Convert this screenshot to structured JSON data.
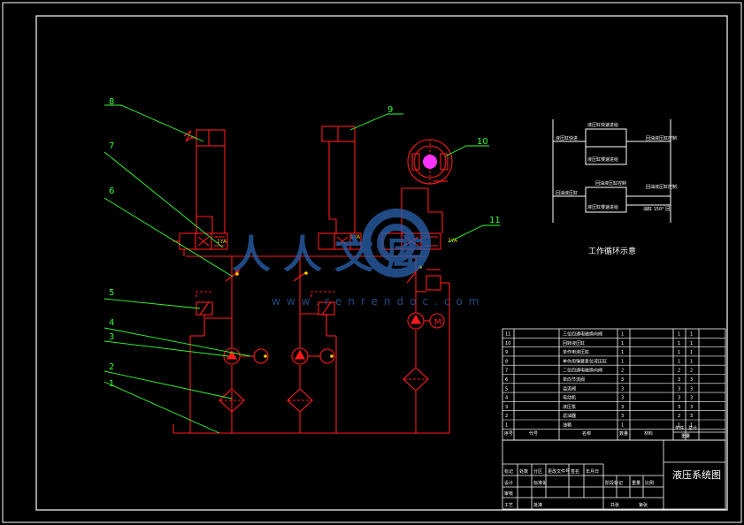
{
  "colors": {
    "background": "#000000",
    "frame": "#ffffff",
    "circuit": "#ff1a1a",
    "leader": "#33ff33",
    "callout_text": "#33ff33",
    "watermark": "#2a5fa8",
    "magenta": "#ff33ff"
  },
  "callouts": [
    "1",
    "2",
    "3",
    "4",
    "5",
    "6",
    "7",
    "8",
    "9",
    "10",
    "11"
  ],
  "valve_tags": {
    "left": "1YA",
    "middle": "1YA",
    "right": "2YA"
  },
  "motor_symbol": "M",
  "watermark": {
    "brand": "人人文库",
    "url": "www.renrendoc.com"
  },
  "cycle": {
    "boxes": [
      "液压缸快速进给",
      "回油液压缸控制",
      "液压缸慢速进给"
    ],
    "labels": [
      "液压缸快进",
      "回油液压缸",
      "油缸 150° 回"
    ],
    "caption": "工作循环示意"
  },
  "bom": {
    "rows": [
      {
        "no": "11",
        "name": "三位四通电磁换向阀",
        "qty": "1",
        "a": "1",
        "b": "1"
      },
      {
        "no": "10",
        "name": "回转液压缸",
        "qty": "1",
        "a": "1",
        "b": "1"
      },
      {
        "no": "9",
        "name": "单作用液压缸",
        "qty": "1",
        "a": "1",
        "b": "1"
      },
      {
        "no": "8",
        "name": "单作用弹簧复位液压缸",
        "qty": "1",
        "a": "1",
        "b": "1"
      },
      {
        "no": "7",
        "name": "二位四通电磁换向阀",
        "qty": "2",
        "a": "2",
        "b": "2"
      },
      {
        "no": "6",
        "name": "单向节流阀",
        "qty": "3",
        "a": "3",
        "b": "3"
      },
      {
        "no": "5",
        "name": "溢流阀",
        "qty": "3",
        "a": "3",
        "b": "3"
      },
      {
        "no": "4",
        "name": "电动机",
        "qty": "3",
        "a": "3",
        "b": "3"
      },
      {
        "no": "3",
        "name": "液压泵",
        "qty": "3",
        "a": "3",
        "b": "3"
      },
      {
        "no": "2",
        "name": "滤油器",
        "qty": "3",
        "a": "2",
        "b": "3"
      },
      {
        "no": "1",
        "name": "油箱",
        "qty": "1",
        "a": "1",
        "b": "1"
      }
    ],
    "header": {
      "no": "序号",
      "code": "代号",
      "name": "名称",
      "qty": "数量",
      "material": "材料",
      "single": "单件",
      "total": "总计",
      "weight": "重量"
    }
  },
  "title_block": {
    "title": "液压系统图",
    "cells": [
      "标记",
      "处数",
      "分区",
      "更改文件号",
      "签名",
      "年月日",
      "设计",
      "标准化",
      "审核",
      "工艺",
      "批准",
      "阶段标记",
      "重量",
      "比例",
      "共张",
      "第张"
    ]
  }
}
